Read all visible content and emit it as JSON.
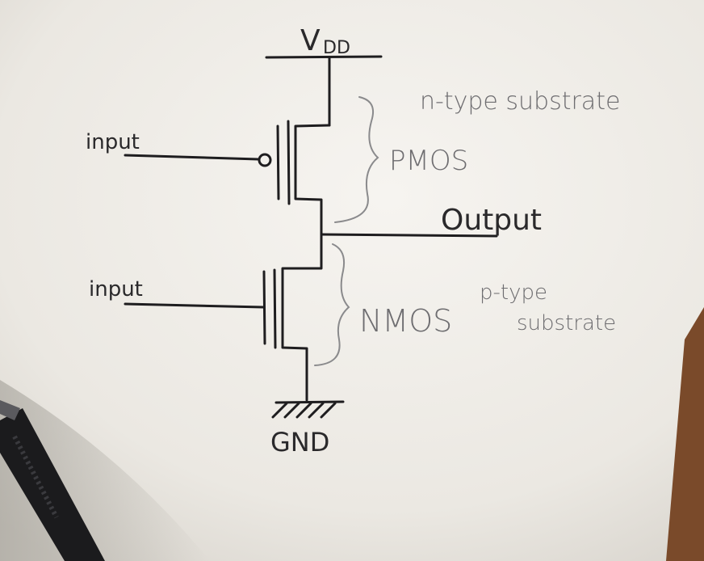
{
  "diagram": {
    "title": "CMOS inverter",
    "labels": {
      "vdd": "V",
      "vdd_sub": "DD",
      "pmos_substrate": "n-type substrate",
      "pmos": "PMOS",
      "output": "Output",
      "nmos": "NMOS",
      "nmos_substrate_line1": "p-type",
      "nmos_substrate_line2": "substrate",
      "gnd": "GND",
      "input_top": "input",
      "input_bottom": "input"
    },
    "colors": {
      "ink": "#1e1d1f",
      "pencil": "#6e6d70",
      "paper": "#f2efea",
      "wood": "#7a4a2a"
    }
  }
}
